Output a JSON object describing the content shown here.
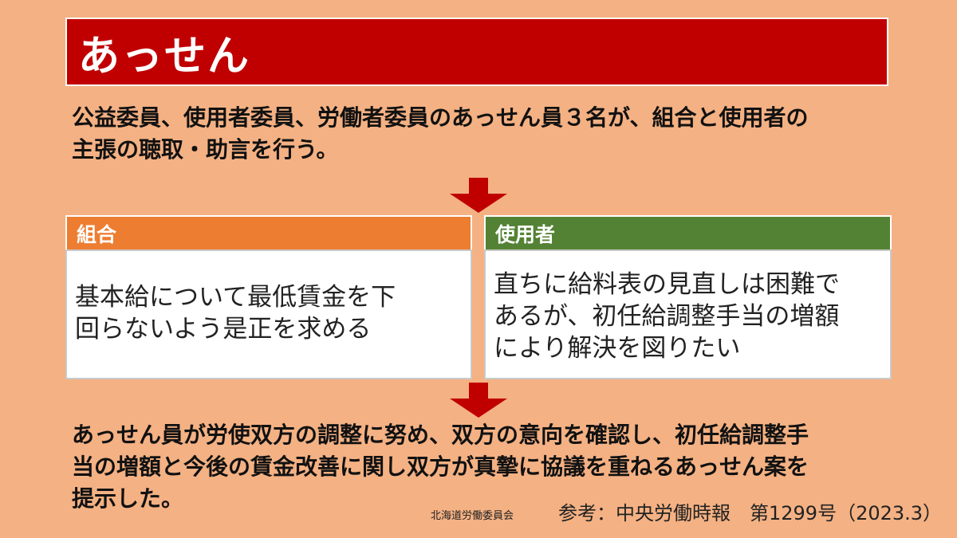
{
  "title": "あっせん",
  "intro": {
    "lines": [
      "公益委員、使用者委員、労働者委員のあっせん員３名が、組合と使用者の",
      "主張の聴取・助言を行う。"
    ]
  },
  "union": {
    "header": "組合",
    "lines": [
      "基本給について最低賃金を下",
      "回らないよう是正を求める"
    ]
  },
  "employer": {
    "header": "使用者",
    "lines": [
      "直ちに給料表の見直しは困難で",
      "あるが、初任給調整手当の増額",
      "により解決を図りたい"
    ]
  },
  "conclusion": {
    "lines": [
      "あっせん員が労使双方の調整に努め、双方の意向を確認し、初任給調整手",
      "当の増額と今後の賃金改善に関し双方が真摯に協議を重ねるあっせん案を",
      "提示した。"
    ]
  },
  "footer": {
    "organization": "北海道労働委員会",
    "reference": "参考：中央労働時報　第1299号（2023.3）"
  },
  "colors": {
    "background": "#F4B183",
    "title_bar": "#C00000",
    "arrow": "#C00000",
    "union_header": "#ED7D31",
    "employer_header": "#548235"
  },
  "icons": [
    "down-arrow-icon",
    "down-arrow-icon"
  ]
}
